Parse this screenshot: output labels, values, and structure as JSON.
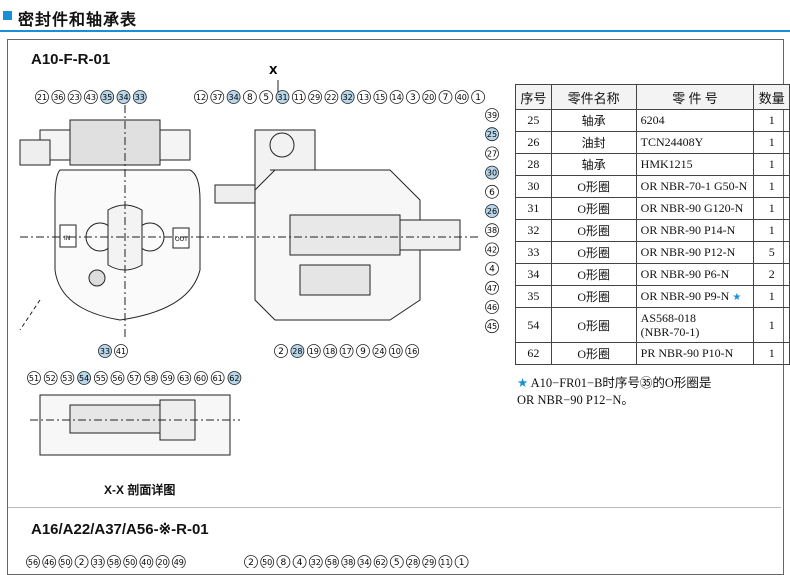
{
  "header": {
    "title": "密封件和轴承表"
  },
  "section1": {
    "model": "A10-F-R-01",
    "view_label": "X",
    "section_caption": "X-X 剖面详图",
    "left_top_callouts": [
      "21",
      "36",
      "23",
      "43",
      "35",
      "34",
      "33"
    ],
    "left_bottom_callouts": [
      "33",
      "41"
    ],
    "mid_top_callouts": [
      "12",
      "37",
      "34",
      "8",
      "5",
      "31",
      "11",
      "29",
      "22",
      "32",
      "13",
      "15",
      "14",
      "3",
      "20",
      "7",
      "40",
      "1"
    ],
    "mid_right_callouts": [
      "39",
      "25",
      "27",
      "30",
      "6",
      "26",
      "38",
      "42",
      "4",
      "47",
      "46",
      "45"
    ],
    "mid_bottom_callouts": [
      "2",
      "28",
      "19",
      "18",
      "17",
      "9",
      "24",
      "10",
      "16"
    ],
    "xx_callouts": [
      "51",
      "52",
      "53",
      "54",
      "55",
      "56",
      "57",
      "58",
      "59",
      "63",
      "60",
      "61",
      "62"
    ],
    "highlight_callouts": [
      "35",
      "34",
      "33",
      "31",
      "32",
      "25",
      "30",
      "26",
      "28",
      "54",
      "62"
    ],
    "port_labels": [
      "IN",
      "OUT"
    ]
  },
  "table": {
    "headers": [
      "序号",
      "零件名称",
      "零 件 号",
      "数量"
    ],
    "rows": [
      {
        "no": "25",
        "name": "轴承",
        "part": "6204",
        "qty": "1"
      },
      {
        "no": "26",
        "name": "油封",
        "part": "TCN24408Y",
        "qty": "1"
      },
      {
        "no": "28",
        "name": "轴承",
        "part": "HMK1215",
        "qty": "1"
      },
      {
        "no": "30",
        "name": "O形圈",
        "part": "OR NBR-70-1 G50-N",
        "qty": "1"
      },
      {
        "no": "31",
        "name": "O形圈",
        "part": "OR NBR-90 G120-N",
        "qty": "1"
      },
      {
        "no": "32",
        "name": "O形圈",
        "part": "OR NBR-90 P14-N",
        "qty": "1"
      },
      {
        "no": "33",
        "name": "O形圈",
        "part": "OR NBR-90 P12-N",
        "qty": "5"
      },
      {
        "no": "34",
        "name": "O形圈",
        "part": "OR NBR-90 P6-N",
        "qty": "2"
      },
      {
        "no": "35",
        "name": "O形圈",
        "part": "OR NBR-90 P9-N",
        "qty": "1",
        "star": "★"
      },
      {
        "no": "54",
        "name": "O形圈",
        "part": "AS568-018",
        "part2": "(NBR-70-1)",
        "qty": "1"
      },
      {
        "no": "62",
        "name": "O形圈",
        "part": "PR NBR-90 P10-N",
        "qty": "1"
      }
    ],
    "note_star": "★",
    "note_line1": "A10−FR01−B时序号㉟的O形圈是",
    "note_line2": "OR NBR−90 P12−N。"
  },
  "section2": {
    "model": "A16/A22/A37/A56-※-R-01",
    "left_callouts": [
      "56",
      "46",
      "50",
      "2",
      "33",
      "58",
      "50",
      "40",
      "20",
      "49"
    ],
    "right_callouts": [
      "2",
      "50",
      "8",
      "4",
      "32",
      "58",
      "38",
      "34",
      "62",
      "5",
      "28",
      "29",
      "11",
      "1"
    ]
  },
  "colors": {
    "accent": "#1a8fd6",
    "highlight_fill": "#b7d6ea",
    "line": "#222"
  }
}
